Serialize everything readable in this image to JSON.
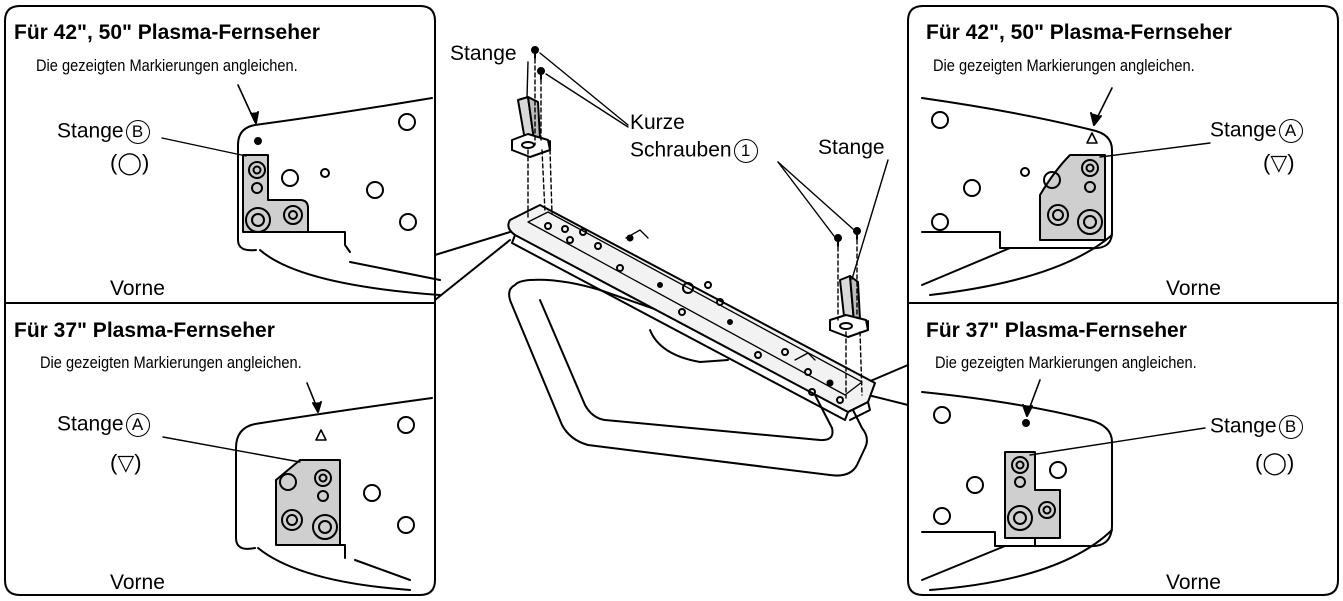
{
  "panels": {
    "top_left": {
      "title": "Für 42\", 50\" Plasma-Fernseher",
      "instruction": "Die gezeigten Markierungen angleichen.",
      "label": "Stange",
      "letter": "B",
      "mark": "(◯)",
      "front": "Vorne"
    },
    "bottom_left": {
      "title": "Für 37\" Plasma-Fernseher",
      "instruction": "Die gezeigten Markierungen angleichen.",
      "label": "Stange",
      "letter": "A",
      "mark": "(▽)",
      "front": "Vorne"
    },
    "top_right": {
      "title": "Für 42\", 50\" Plasma-Fernseher",
      "instruction": "Die gezeigten Markierungen angleichen.",
      "label": "Stange",
      "letter": "A",
      "mark": "(▽)",
      "front": "Vorne"
    },
    "bottom_right": {
      "title": "Für 37\" Plasma-Fernseher",
      "instruction": "Die gezeigten Markierungen angleichen.",
      "label": "Stange",
      "letter": "B",
      "mark": "(◯)",
      "front": "Vorne"
    }
  },
  "center": {
    "pole_left_label": "Stange",
    "pole_right_label": "Stange",
    "screws_label_line1": "Kurze",
    "screws_label_line2": "Schrauben",
    "screws_number": "1"
  }
}
